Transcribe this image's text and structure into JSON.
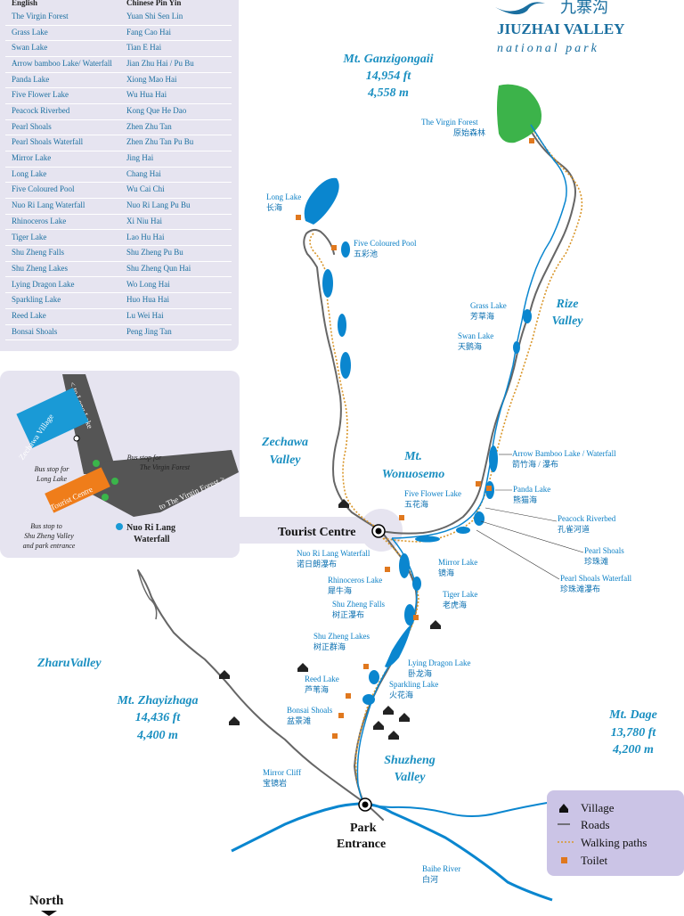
{
  "table": {
    "header_english": "English",
    "header_pinyin": "Chinese Pin Yin",
    "rows": [
      {
        "en": "The Virgin Forest",
        "pin": "Yuan Shi Sen Lin"
      },
      {
        "en": "Grass Lake",
        "pin": "Fang Cao Hai"
      },
      {
        "en": "Swan Lake",
        "pin": "Tian E Hai"
      },
      {
        "en": "Arrow bamboo Lake/ Waterfall",
        "pin": "Jian Zhu Hai / Pu Bu"
      },
      {
        "en": "Panda Lake",
        "pin": "Xiong Mao Hai"
      },
      {
        "en": "Five Flower Lake",
        "pin": "Wu Hua Hai"
      },
      {
        "en": "Peacock Riverbed",
        "pin": "Kong Que He Dao"
      },
      {
        "en": "Pearl Shoals",
        "pin": "Zhen Zhu Tan"
      },
      {
        "en": "Pearl Shoals Waterfall",
        "pin": "Zhen Zhu Tan Pu Bu"
      },
      {
        "en": "Mirror Lake",
        "pin": "Jing Hai"
      },
      {
        "en": "Long Lake",
        "pin": "Chang Hai"
      },
      {
        "en": "Five Coloured Pool",
        "pin": "Wu Cai Chi"
      },
      {
        "en": "Nuo Ri Lang Waterfall",
        "pin": "Nuo Ri Lang Pu Bu"
      },
      {
        "en": "Rhinoceros Lake",
        "pin": "Xi Niu Hai"
      },
      {
        "en": "Tiger Lake",
        "pin": "Lao Hu Hai"
      },
      {
        "en": "Shu Zheng Falls",
        "pin": "Shu Zheng Pu Bu"
      },
      {
        "en": "Shu Zheng Lakes",
        "pin": "Shu Zheng Qun Hai"
      },
      {
        "en": "Lying Dragon Lake",
        "pin": "Wo Long Hai"
      },
      {
        "en": "Sparkling Lake",
        "pin": "Huo Hua Hai"
      },
      {
        "en": "Reed Lake",
        "pin": "Lu Wei Hai"
      },
      {
        "en": "Bonsai Shoals",
        "pin": "Peng Jing Tan"
      }
    ]
  },
  "logo": {
    "glyphs": "九寨沟",
    "line1": "JIUZHAI VALLEY",
    "line2": "national park"
  },
  "inset": {
    "long_lake": "< to Long Lake",
    "virgin_forest": "to The Virgin Forest >",
    "zechawa_village": "Zechawa Village",
    "tourist_centre": "Tourist Centre",
    "bus_virgin_1": "Bus stop for",
    "bus_virgin_2": "The Virgin Forest",
    "bus_long_1": "Bus stop for",
    "bus_long_2": "Long Lake",
    "bus_shu_1": "Bus stop to",
    "bus_shu_2": "Shu Zheng Valley",
    "bus_shu_3": "and park entrance",
    "nuo_1": "Nuo Ri Lang",
    "nuo_2": "Waterfall"
  },
  "mountains": {
    "ganzi": {
      "name": "Mt. Ganzigongaii",
      "ft": "14,954 ft",
      "m": "4,558 m"
    },
    "wonuosemo": {
      "line1": "Mt.",
      "line2": "Wonuosemo"
    },
    "zhayi": {
      "name": "Mt. Zhayizhaga",
      "ft": "14,436 ft",
      "m": "4,400 m"
    },
    "dage": {
      "name": "Mt. Dage",
      "ft": "13,780 ft",
      "m": "4,200 m"
    }
  },
  "valleys": {
    "rize": {
      "line1": "Rize",
      "line2": "Valley"
    },
    "zechawa": {
      "line1": "Zechawa",
      "line2": "Valley"
    },
    "zharu": "ZharuValley",
    "shuzheng": {
      "line1": "Shuzheng",
      "line2": "Valley"
    }
  },
  "places": {
    "virgin": {
      "en": "The Virgin Forest",
      "cn": "原始森林"
    },
    "long": {
      "en": "Long Lake",
      "cn": "长海"
    },
    "fivecol": {
      "en": "Five Coloured Pool",
      "cn": "五彩池"
    },
    "grass": {
      "en": "Grass Lake",
      "cn": "芳草海"
    },
    "swan": {
      "en": "Swan Lake",
      "cn": "天鹅海"
    },
    "arrow": {
      "en": "Arrow Bamboo Lake / Waterfall",
      "cn": "箭竹海 / 瀑布"
    },
    "panda": {
      "en": "Panda Lake",
      "cn": "熊猫海"
    },
    "fiveflower": {
      "en": "Five Flower Lake",
      "cn": "五花海"
    },
    "peacock": {
      "en": "Peacock Riverbed",
      "cn": "孔雀河道"
    },
    "pearl": {
      "en": "Pearl Shoals",
      "cn": "珍珠滩"
    },
    "pearlfall": {
      "en": "Pearl Shoals Waterfall",
      "cn": "珍珠滩瀑布"
    },
    "mirror": {
      "en": "Mirror Lake",
      "cn": "镜海"
    },
    "nuori": {
      "en": "Nuo Ri Lang Waterfall",
      "cn": "诺日朗瀑布"
    },
    "rhino": {
      "en": "Rhinoceros Lake",
      "cn": "犀牛海"
    },
    "tiger": {
      "en": "Tiger Lake",
      "cn": "老虎海"
    },
    "shufalls": {
      "en": "Shu Zheng Falls",
      "cn": "树正瀑布"
    },
    "shulakes": {
      "en": "Shu Zheng Lakes",
      "cn": "树正群海"
    },
    "lying": {
      "en": "Lying Dragon Lake",
      "cn": "卧龙海"
    },
    "reed": {
      "en": "Reed Lake",
      "cn": "芦苇海"
    },
    "sparkling": {
      "en": "Sparkling Lake",
      "cn": "火花海"
    },
    "bonsai": {
      "en": "Bonsai Shoals",
      "cn": "盆景滩"
    },
    "mirrorcliff": {
      "en": "Mirror Cliff",
      "cn": "宝镜岩"
    },
    "baihe": {
      "en": "Baihe River",
      "cn": "白河"
    }
  },
  "tourist_centre": "Tourist Centre",
  "park_entrance": {
    "line1": "Park",
    "line2": "Entrance"
  },
  "north": "North",
  "legend": {
    "village": "Village",
    "roads": "Roads",
    "walking": "Walking paths",
    "toilet": "Toilet"
  },
  "colors": {
    "water": "#0a86cf",
    "forest": "#3cb34a",
    "road": "#666666",
    "path": "#d9962a",
    "toilet": "#e0781e",
    "panel": "#e6e4f0",
    "legend": "#cbc4e6",
    "accent_orange": "#ef7d1a"
  }
}
